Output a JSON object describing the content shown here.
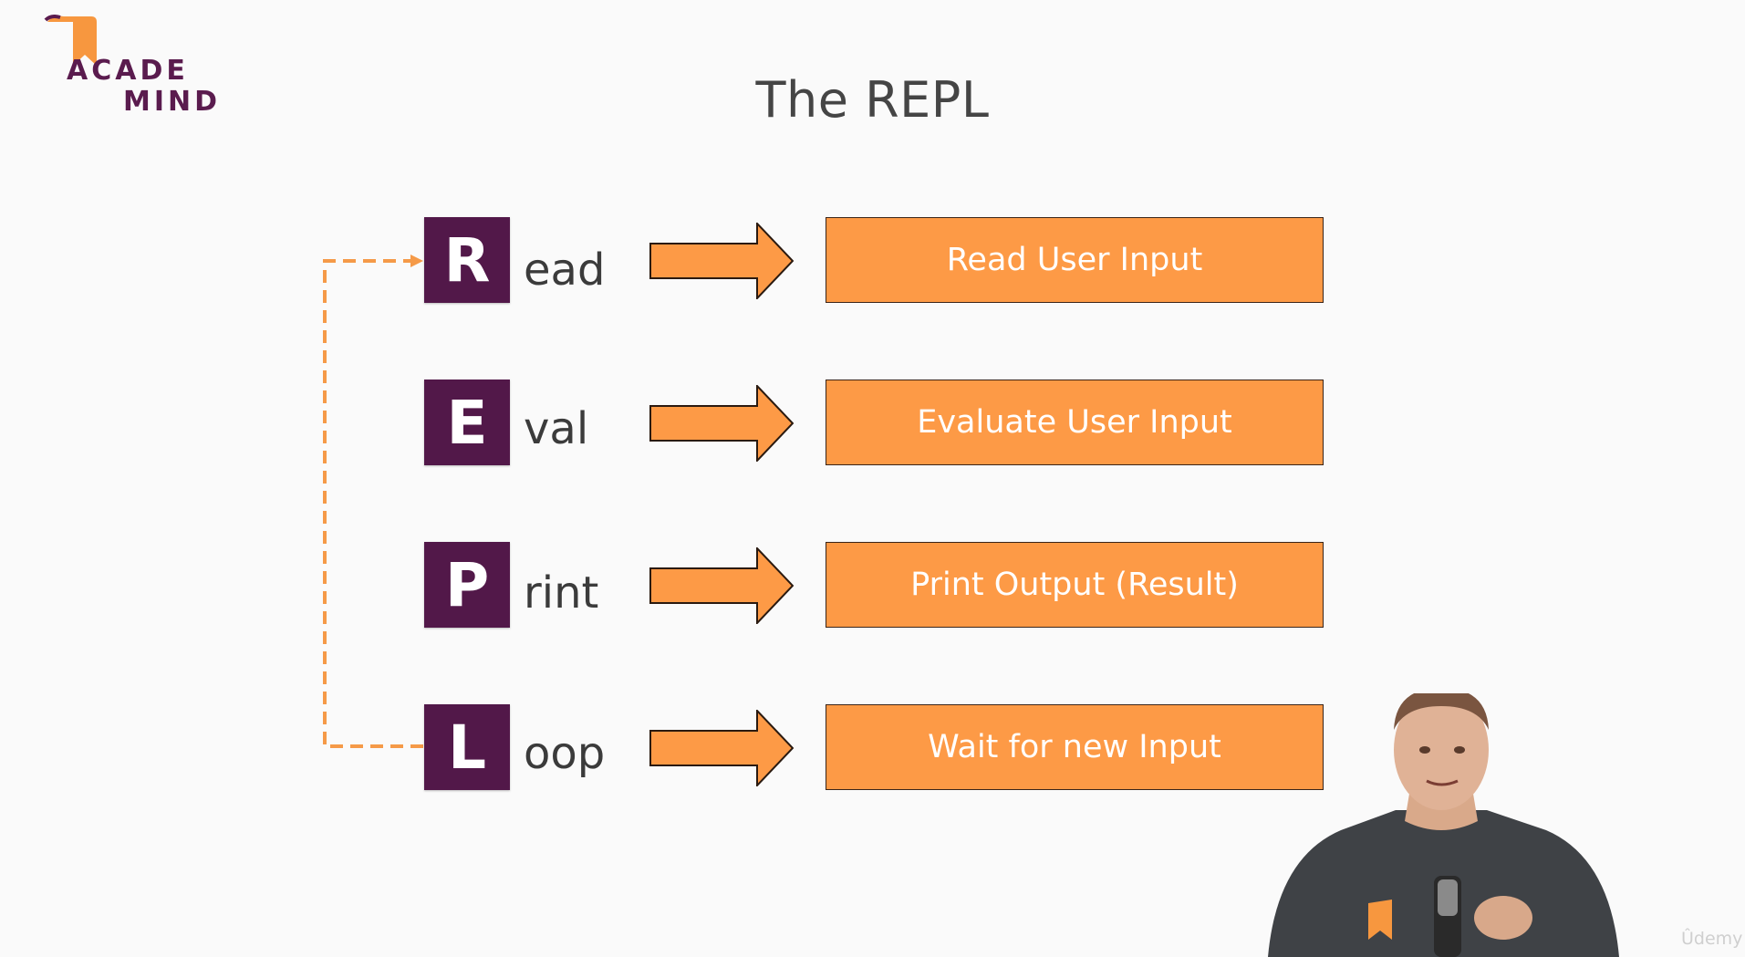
{
  "logo": {
    "line1": "ACADE",
    "line2": "MIND"
  },
  "title": "The REPL",
  "steps": [
    {
      "letter": "R",
      "rest": "ead",
      "description": "Read User Input"
    },
    {
      "letter": "E",
      "rest": "val",
      "description": "Evaluate User Input"
    },
    {
      "letter": "P",
      "rest": "rint",
      "description": "Print Output (Result)"
    },
    {
      "letter": "L",
      "rest": "oop",
      "description": "Wait for new Input"
    }
  ],
  "watermark": "Ûdemy",
  "colors": {
    "letter_bg": "#521849",
    "step_bg": "#fd9a46",
    "arrow_fill": "#fd9a46",
    "loop_line": "#f59a48",
    "logo_color": "#5a1b4e"
  }
}
